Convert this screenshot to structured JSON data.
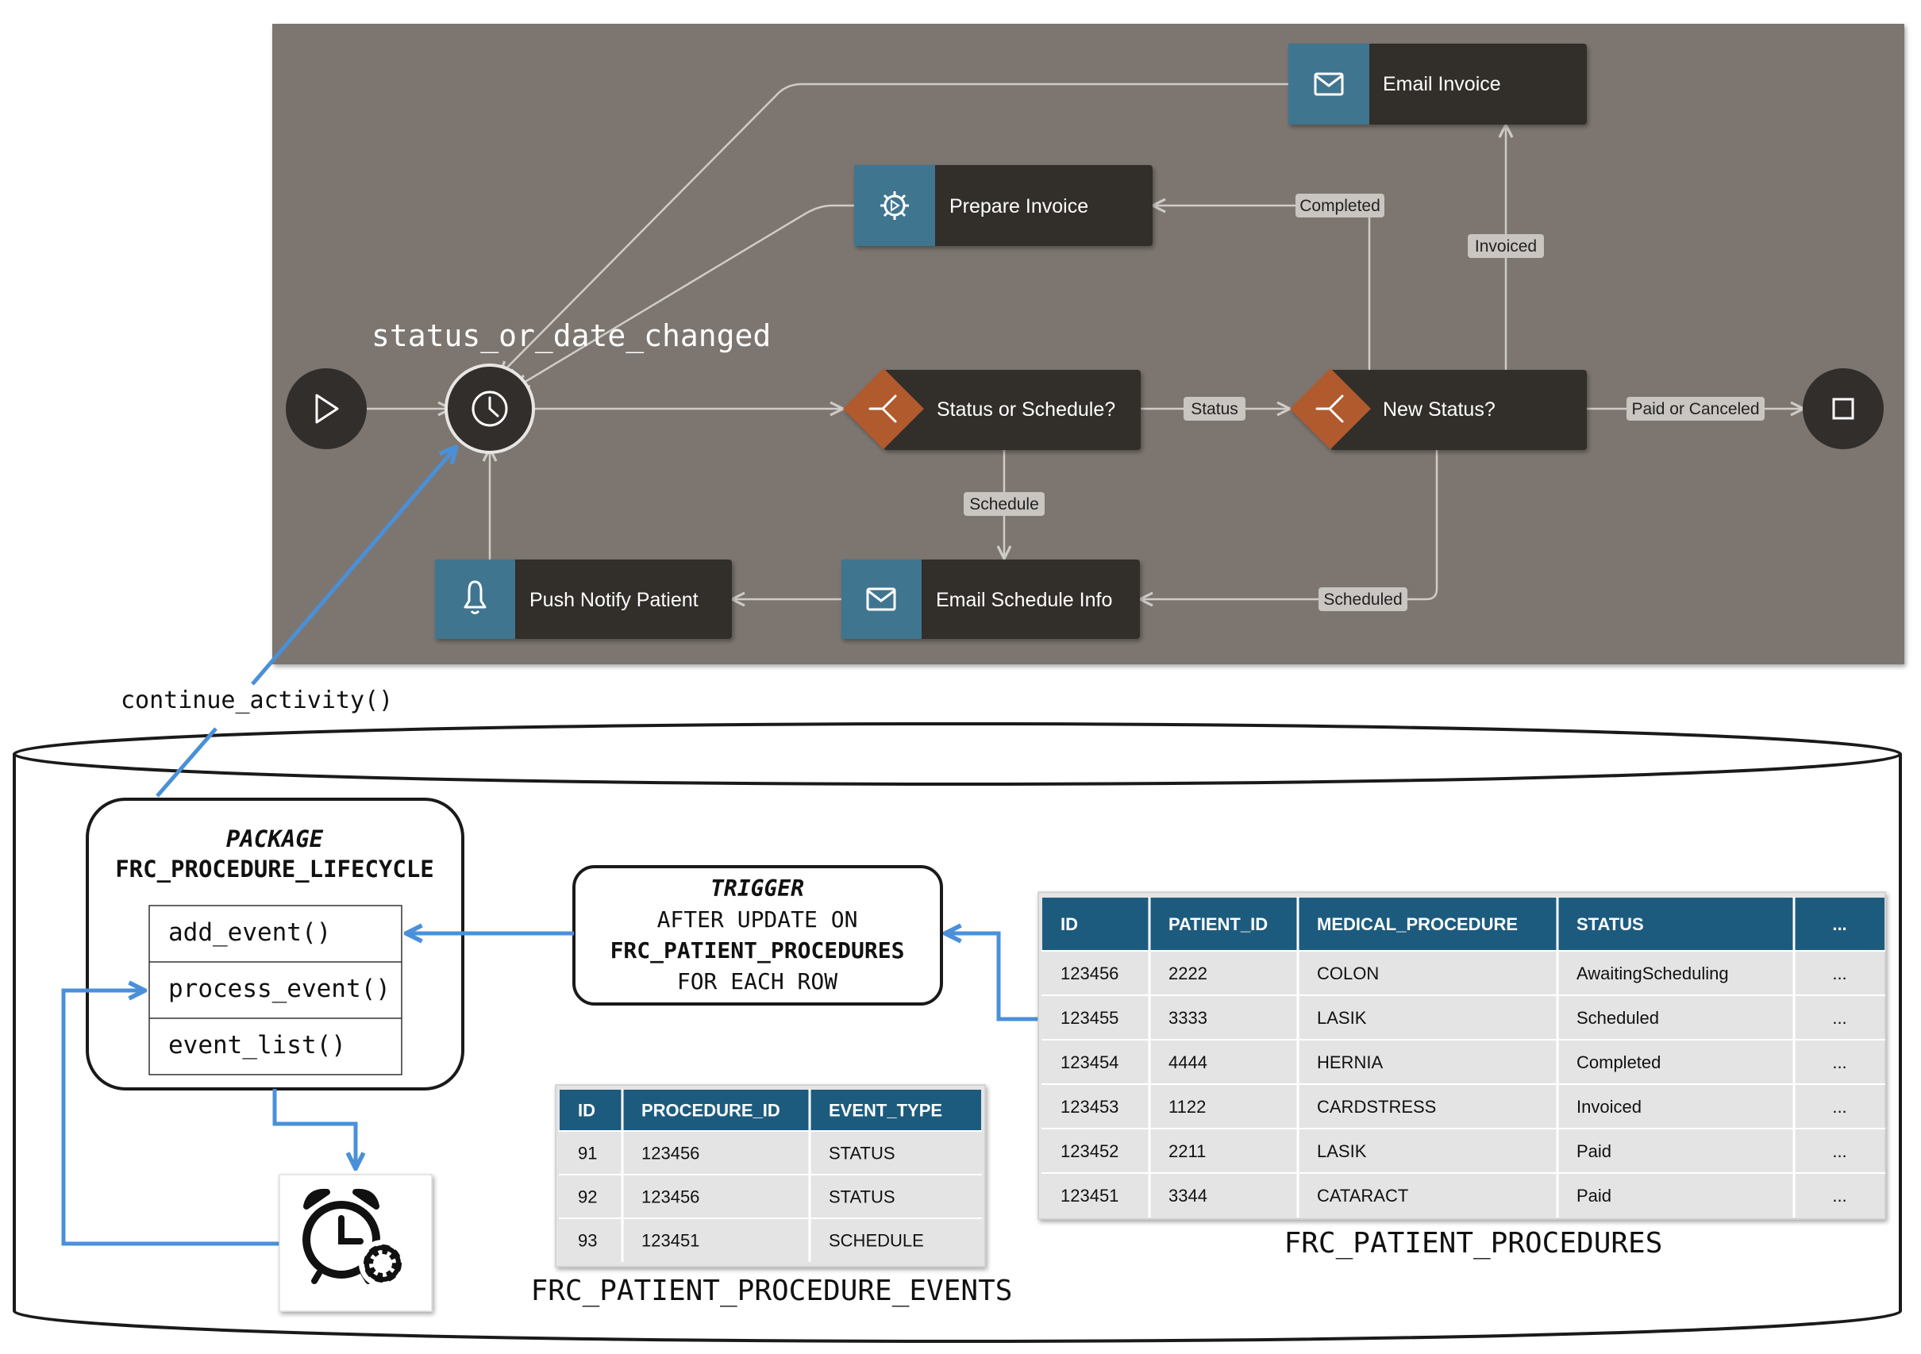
{
  "workflow": {
    "activity_label": "status_or_date_changed",
    "nodes": {
      "email_invoice": "Email Invoice",
      "prepare_invoice": "Prepare Invoice",
      "status_or_schedule": "Status or Schedule?",
      "new_status": "New Status?",
      "push_notify": "Push Notify Patient",
      "email_schedule": "Email Schedule Info"
    },
    "edge_labels": {
      "completed": "Completed",
      "invoiced": "Invoiced",
      "status": "Status",
      "paid_or_canceled": "Paid or Canceled",
      "schedule": "Schedule",
      "scheduled": "Scheduled"
    },
    "colors": {
      "canvas": "#7d7670",
      "node_dark": "#322e2c",
      "icon_blue": "#3f7590",
      "icon_orange": "#b05a2e",
      "edge": "#cfcbc7",
      "pill": "#c9c5c1"
    }
  },
  "connector_label": "continue_activity()",
  "package": {
    "keyword": "PACKAGE",
    "name": "FRC_PROCEDURE_LIFECYCLE",
    "methods": [
      "add_event()",
      "process_event()",
      "event_list()"
    ]
  },
  "trigger": {
    "keyword": "TRIGGER",
    "lines": [
      "AFTER UPDATE ON",
      "FRC_PATIENT_PROCEDURES",
      "FOR EACH ROW"
    ]
  },
  "procedures_table": {
    "caption": "FRC_PATIENT_PROCEDURES",
    "headers": [
      "ID",
      "PATIENT_ID",
      "MEDICAL_PROCEDURE",
      "STATUS",
      "..."
    ],
    "rows": [
      [
        "123456",
        "2222",
        "COLON",
        "AwaitingScheduling",
        "..."
      ],
      [
        "123455",
        "3333",
        "LASIK",
        "Scheduled",
        "..."
      ],
      [
        "123454",
        "4444",
        "HERNIA",
        "Completed",
        "..."
      ],
      [
        "123453",
        "1122",
        "CARDSTRESS",
        "Invoiced",
        "..."
      ],
      [
        "123452",
        "2211",
        "LASIK",
        "Paid",
        "..."
      ],
      [
        "123451",
        "3344",
        "CATARACT",
        "Paid",
        "..."
      ]
    ]
  },
  "events_table": {
    "caption": "FRC_PATIENT_PROCEDURE_EVENTS",
    "headers": [
      "ID",
      "PROCEDURE_ID",
      "EVENT_TYPE"
    ],
    "rows": [
      [
        "91",
        "123456",
        "STATUS"
      ],
      [
        "92",
        "123456",
        "STATUS"
      ],
      [
        "93",
        "123451",
        "SCHEDULE"
      ]
    ]
  },
  "icons": {
    "start": "play-icon",
    "timer": "clock-icon",
    "end": "stop-icon",
    "email": "envelope-icon",
    "prepare": "gear-icon",
    "branch": "branch-icon",
    "notify": "bell-icon",
    "scheduler": "alarm-clock-gear-icon"
  },
  "accent_colors": {
    "table_header": "#1d5b7e",
    "table_row": "#e4e4e4",
    "connector_blue": "#4a90d9"
  }
}
